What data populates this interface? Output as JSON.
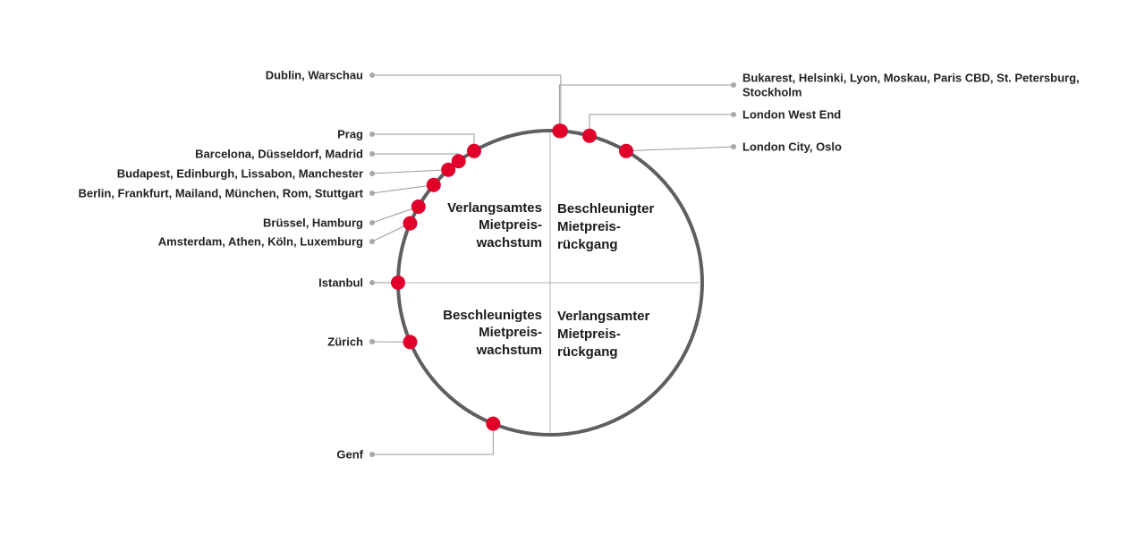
{
  "colors": {
    "ring": "#5f5f63",
    "marker": "#e0002a",
    "leader": "#9a9a9a",
    "axis": "#b5b5b5",
    "text": "#222222"
  },
  "quadrants": {
    "top_left": [
      "Verlangsamtes",
      "Mietpreis-",
      "wachstum"
    ],
    "top_right": [
      "Beschleunigter",
      "Mietpreis-",
      "rückgang"
    ],
    "bottom_left": [
      "Beschleunigtes",
      "Mietpreis-",
      "wachstum"
    ],
    "bottom_right": [
      "Verlangsamter",
      "Mietpreis-",
      "rückgang"
    ]
  },
  "markers": [
    {
      "lines": [
        "Dublin, Warschau"
      ],
      "angle": 364
    },
    {
      "lines": [
        "Bukarest, Helsinki, Lyon, Moskau, Paris CBD, St. Petersburg,",
        "Stockholm"
      ],
      "angle": 3.5
    },
    {
      "lines": [
        "London West End"
      ],
      "angle": 15
    },
    {
      "lines": [
        "London City, Oslo"
      ],
      "angle": 30
    },
    {
      "lines": [
        "Prag"
      ],
      "angle": 330
    },
    {
      "lines": [
        "Barcelona, Düsseldorf, Madrid"
      ],
      "angle": 323
    },
    {
      "lines": [
        "Budapest, Edinburgh, Lissabon, Manchester"
      ],
      "angle": 318
    },
    {
      "lines": [
        "Berlin, Frankfurt, Mailand, München, Rom, Stuttgart"
      ],
      "angle": 310
    },
    {
      "lines": [
        "Brüssel, Hamburg"
      ],
      "angle": 300
    },
    {
      "lines": [
        "Amsterdam, Athen, Köln, Luxemburg"
      ],
      "angle": 293
    },
    {
      "lines": [
        "Istanbul"
      ],
      "angle": 270
    },
    {
      "lines": [
        "Zürich"
      ],
      "angle": 247
    },
    {
      "lines": [
        "Genf"
      ],
      "angle": 202
    }
  ]
}
